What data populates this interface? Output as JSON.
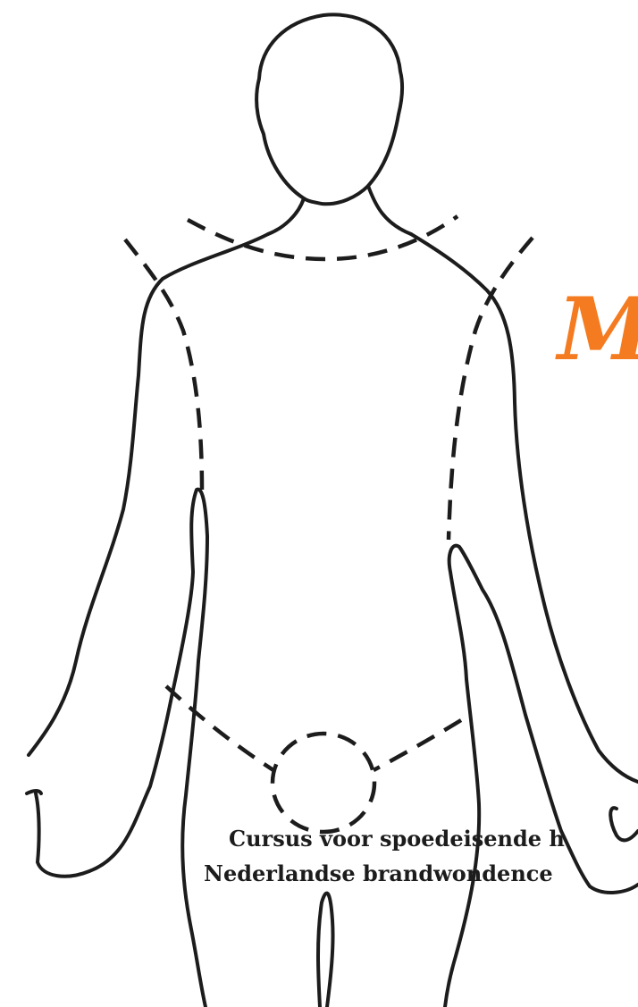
{
  "title_letter": "M",
  "caption": {
    "line1": "Cursus voor spoedeisende h",
    "line2": "Nederlandse brandwondence"
  },
  "colors": {
    "accent": "#f47b20",
    "line": "#1c1c1c",
    "background": "#ffffff"
  }
}
